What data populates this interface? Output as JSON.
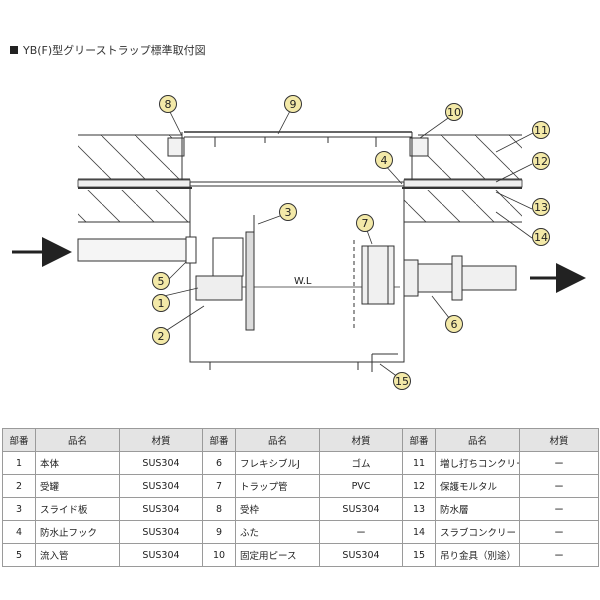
{
  "title": "YB(F)型グリーストラップ標準取付図",
  "diagram": {
    "water_level_label": "W.L",
    "callouts": [
      "8",
      "9",
      "10",
      "11",
      "12",
      "4",
      "3",
      "7",
      "13",
      "14",
      "5",
      "1",
      "2",
      "6",
      "15"
    ]
  },
  "table": {
    "headers": {
      "no": "部番",
      "name": "品名",
      "material": "材質"
    },
    "rows": [
      {
        "c1": {
          "no": "1",
          "name": "本体",
          "material": "SUS304"
        },
        "c2": {
          "no": "6",
          "name": "フレキシブルJ",
          "material": "ゴム"
        },
        "c3": {
          "no": "11",
          "name": "増し打ちコンクリート",
          "material": "ー"
        }
      },
      {
        "c1": {
          "no": "2",
          "name": "受罐",
          "material": "SUS304"
        },
        "c2": {
          "no": "7",
          "name": "トラップ管",
          "material": "PVC"
        },
        "c3": {
          "no": "12",
          "name": "保護モルタル",
          "material": "ー"
        }
      },
      {
        "c1": {
          "no": "3",
          "name": "スライド板",
          "material": "SUS304"
        },
        "c2": {
          "no": "8",
          "name": "受枠",
          "material": "SUS304"
        },
        "c3": {
          "no": "13",
          "name": "防水層",
          "material": "ー"
        }
      },
      {
        "c1": {
          "no": "4",
          "name": "防水止フック",
          "material": "SUS304"
        },
        "c2": {
          "no": "9",
          "name": "ふた",
          "material": "ー"
        },
        "c3": {
          "no": "14",
          "name": "スラブコンクリート",
          "material": "ー"
        }
      },
      {
        "c1": {
          "no": "5",
          "name": "流入管",
          "material": "SUS304"
        },
        "c2": {
          "no": "10",
          "name": "固定用ピース",
          "material": "SUS304"
        },
        "c3": {
          "no": "15",
          "name": "吊り金具（別途）",
          "material": "ー"
        }
      }
    ]
  },
  "colors": {
    "callout_fill": "#f3e9a8",
    "callout_stroke": "#333333",
    "line": "#333333",
    "concrete": "#e8e8e8"
  }
}
